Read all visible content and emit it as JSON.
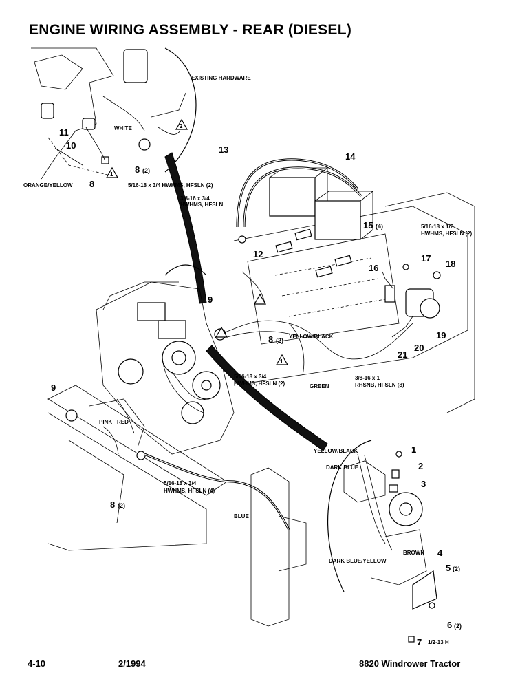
{
  "title": "ENGINE WIRING ASSEMBLY - REAR (DIESEL)",
  "footer": {
    "page": "4-10",
    "date": "2/1994",
    "model": "8820 Windrower Tractor"
  },
  "callouts": [
    {
      "id": "1",
      "label": "1"
    },
    {
      "id": "2",
      "label": "2"
    },
    {
      "id": "3",
      "label": "3"
    },
    {
      "id": "4",
      "label": "4"
    },
    {
      "id": "5",
      "label": "5",
      "count": "(2)"
    },
    {
      "id": "6",
      "label": "6",
      "count": "(2)"
    },
    {
      "id": "7",
      "label": "7",
      "note": "1/2-13 H"
    },
    {
      "id": "8a",
      "label": "8",
      "count": "(2)"
    },
    {
      "id": "8b",
      "label": "8"
    },
    {
      "id": "8c",
      "label": "8",
      "count": "(2)"
    },
    {
      "id": "8d",
      "label": "8",
      "count": "(2)"
    },
    {
      "id": "9a",
      "label": "9"
    },
    {
      "id": "9b",
      "label": "9"
    },
    {
      "id": "10",
      "label": "10"
    },
    {
      "id": "11",
      "label": "11"
    },
    {
      "id": "12",
      "label": "12"
    },
    {
      "id": "13",
      "label": "13"
    },
    {
      "id": "14",
      "label": "14"
    },
    {
      "id": "15",
      "label": "15",
      "count": "(4)"
    },
    {
      "id": "16",
      "label": "16"
    },
    {
      "id": "17",
      "label": "17"
    },
    {
      "id": "18",
      "label": "18"
    },
    {
      "id": "19",
      "label": "19"
    },
    {
      "id": "20",
      "label": "20"
    },
    {
      "id": "21",
      "label": "21"
    }
  ],
  "labels": {
    "existing_hardware": "EXISTING HARDWARE",
    "white": "WHITE",
    "orange_yellow": "ORANGE/YELLOW",
    "hw_a": "5/16-18 x 3/4 HWHMS, HFSLN (2)",
    "hw_b_1": "3/8-16 x 3/4",
    "hw_b_2": "HWHMS, HFSLN",
    "hw_c_1": "5/16-18 x 1/2",
    "hw_c_2": "HWHMS, HFSLN (2)",
    "yellow_black_1": "YELLOW/BLACK",
    "hw_d_1": "5/16-18 x 3/4",
    "hw_d_2": "HWHMS, HFSLN (2)",
    "hw_e_1": "3/8-16 x 1",
    "hw_e_2": "RHSNB, HFSLN (8)",
    "green": "GREEN",
    "pink": "PINK",
    "red": "RED",
    "hw_f_1": "5/16-18 x 3/4",
    "hw_f_2": "HWHMS, HFSLN (4)",
    "blue": "BLUE",
    "yellow_black_2": "YELLOW/BLACK",
    "dark_blue": "DARK BLUE",
    "brown": "BROWN",
    "dark_blue_yellow": "DARK BLUE/YELLOW"
  },
  "icons": {
    "warning_triangle": "triangle-1-icon",
    "arrow": "detail-arrow-icon"
  }
}
